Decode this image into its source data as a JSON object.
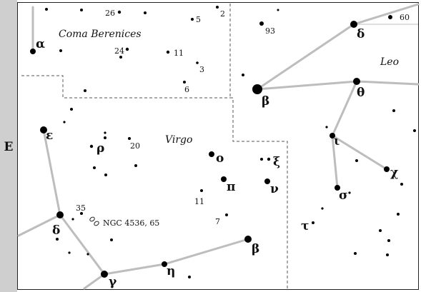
{
  "compass": {
    "direction": "E"
  },
  "regions": [
    {
      "id": "coma",
      "name": "Coma Berenices"
    },
    {
      "id": "leo",
      "name": "Leo"
    },
    {
      "id": "virgo",
      "name": "Virgo"
    }
  ],
  "stars": [
    {
      "id": "alpha-com",
      "label": "α",
      "kind": "greek"
    },
    {
      "id": "c26",
      "label": "26",
      "kind": "num"
    },
    {
      "id": "c2",
      "label": "2",
      "kind": "num"
    },
    {
      "id": "c5",
      "label": "5",
      "kind": "num"
    },
    {
      "id": "c24",
      "label": "24",
      "kind": "num"
    },
    {
      "id": "c11a",
      "label": "11",
      "kind": "num"
    },
    {
      "id": "c3",
      "label": "3",
      "kind": "num"
    },
    {
      "id": "c6",
      "label": "6",
      "kind": "num"
    },
    {
      "id": "c93",
      "label": "93",
      "kind": "num"
    },
    {
      "id": "c60",
      "label": "60",
      "kind": "num"
    },
    {
      "id": "delta-leo",
      "label": "δ",
      "kind": "greek"
    },
    {
      "id": "beta-leo",
      "label": "β",
      "kind": "greek"
    },
    {
      "id": "theta-leo",
      "label": "θ",
      "kind": "greek"
    },
    {
      "id": "iota-leo",
      "label": "ι",
      "kind": "greek"
    },
    {
      "id": "chi-leo",
      "label": "χ",
      "kind": "greek"
    },
    {
      "id": "sigma-leo",
      "label": "σ",
      "kind": "greek"
    },
    {
      "id": "tau-leo",
      "label": "τ",
      "kind": "greek"
    },
    {
      "id": "eps-vir",
      "label": "ε",
      "kind": "greek"
    },
    {
      "id": "rho-vir",
      "label": "ρ",
      "kind": "greek"
    },
    {
      "id": "c20",
      "label": "20",
      "kind": "num"
    },
    {
      "id": "omicron-vir",
      "label": "ο",
      "kind": "greek"
    },
    {
      "id": "xi-vir",
      "label": "ξ",
      "kind": "greek"
    },
    {
      "id": "pi-vir",
      "label": "π",
      "kind": "greek"
    },
    {
      "id": "nu-vir",
      "label": "ν",
      "kind": "greek"
    },
    {
      "id": "c11b",
      "label": "11",
      "kind": "num"
    },
    {
      "id": "c7",
      "label": "7",
      "kind": "num"
    },
    {
      "id": "c35",
      "label": "35",
      "kind": "num"
    },
    {
      "id": "delta-vir",
      "label": "δ",
      "kind": "greek"
    },
    {
      "id": "gamma-vir",
      "label": "γ",
      "kind": "greek"
    },
    {
      "id": "eta-vir",
      "label": "η",
      "kind": "greek"
    },
    {
      "id": "beta-vir",
      "label": "β",
      "kind": "greek"
    }
  ],
  "galaxies": {
    "label": "NGC 4536, 65"
  }
}
